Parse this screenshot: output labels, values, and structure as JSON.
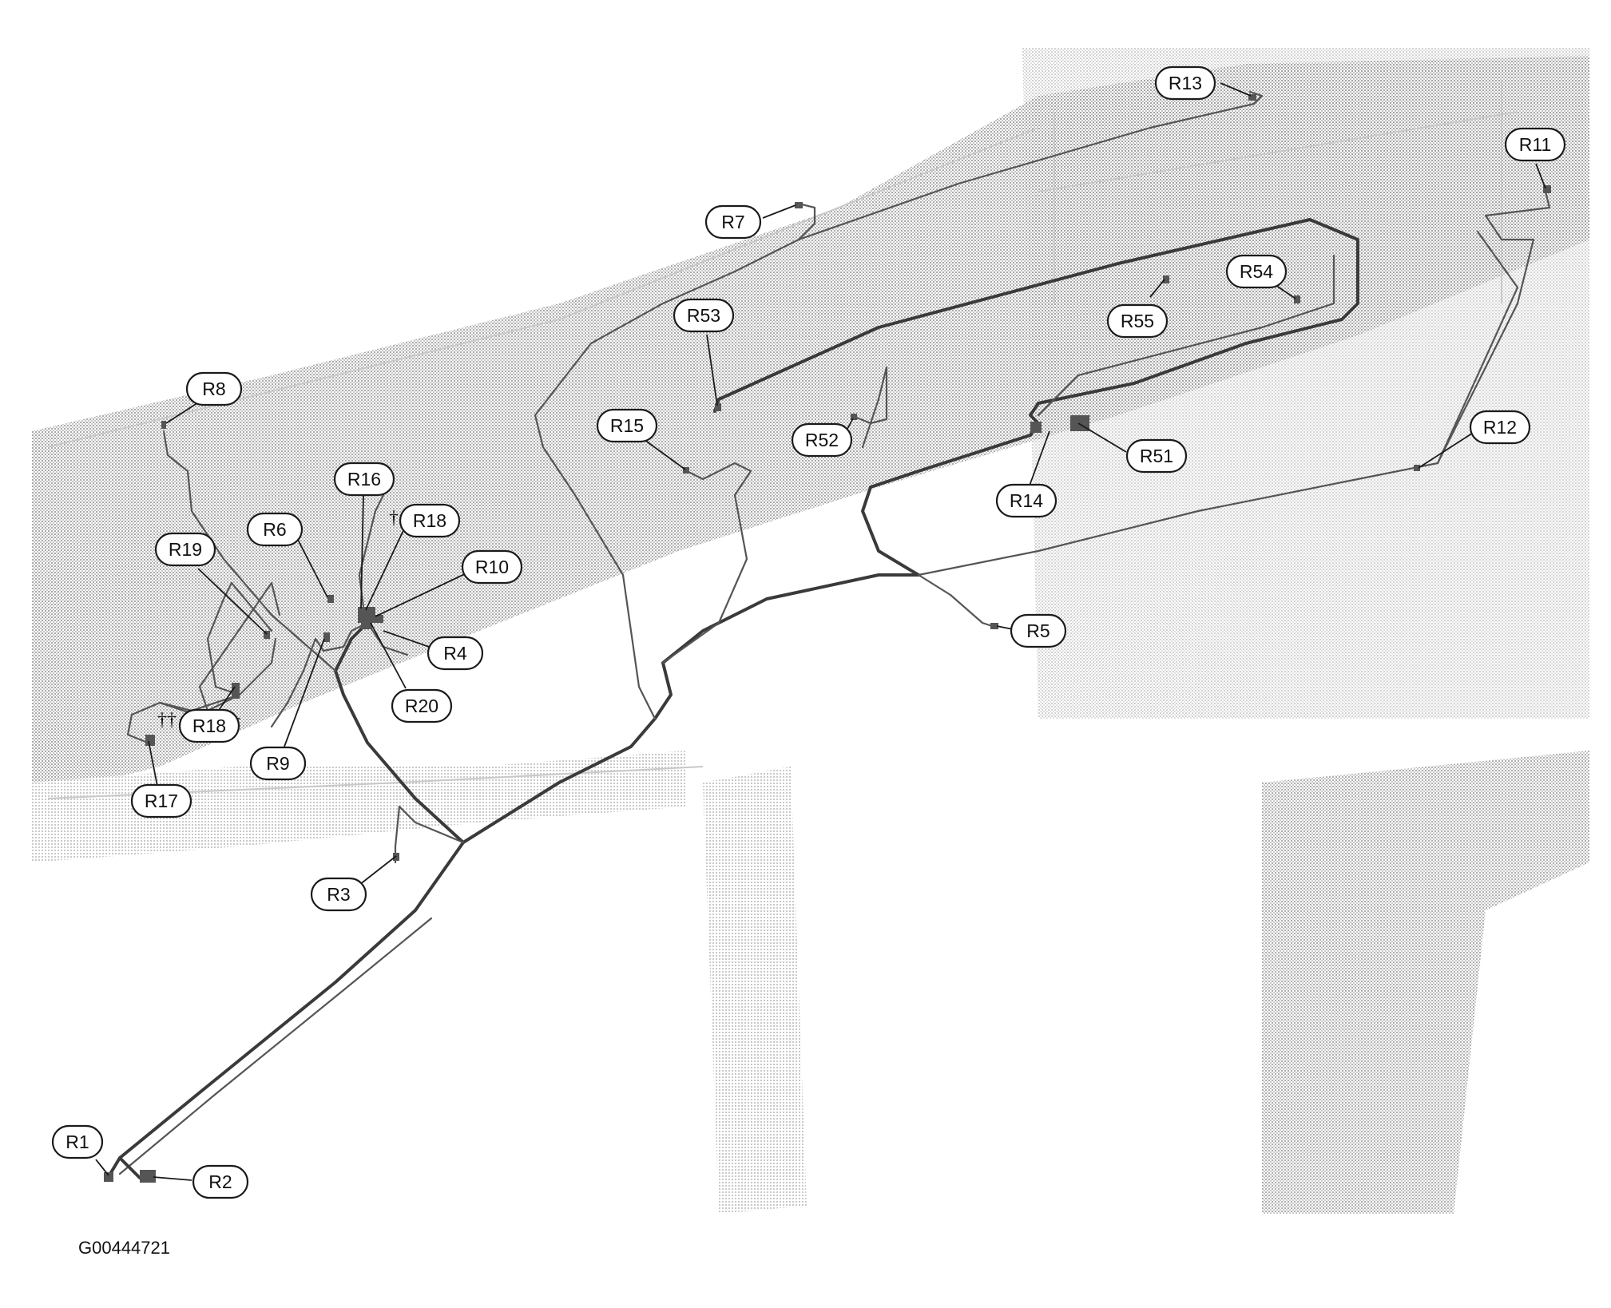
{
  "figure_code": "G00444721",
  "labels": [
    {
      "id": "R1",
      "text": "R1"
    },
    {
      "id": "R2",
      "text": "R2"
    },
    {
      "id": "R3",
      "text": "R3"
    },
    {
      "id": "R4",
      "text": "R4"
    },
    {
      "id": "R5",
      "text": "R5"
    },
    {
      "id": "R6",
      "text": "R6"
    },
    {
      "id": "R7",
      "text": "R7"
    },
    {
      "id": "R8",
      "text": "R8"
    },
    {
      "id": "R9",
      "text": "R9"
    },
    {
      "id": "R10",
      "text": "R10"
    },
    {
      "id": "R11",
      "text": "R11"
    },
    {
      "id": "R12",
      "text": "R12"
    },
    {
      "id": "R13",
      "text": "R13"
    },
    {
      "id": "R14",
      "text": "R14"
    },
    {
      "id": "R15",
      "text": "R15"
    },
    {
      "id": "R16",
      "text": "R16"
    },
    {
      "id": "R17",
      "text": "R17"
    },
    {
      "id": "R18a",
      "text": "R18"
    },
    {
      "id": "R18b",
      "text": "R18"
    },
    {
      "id": "R19",
      "text": "R19"
    },
    {
      "id": "R20",
      "text": "R20"
    },
    {
      "id": "R51",
      "text": "R51"
    },
    {
      "id": "R52",
      "text": "R52"
    },
    {
      "id": "R53",
      "text": "R53"
    },
    {
      "id": "R54",
      "text": "R54"
    },
    {
      "id": "R55",
      "text": "R55"
    }
  ],
  "markers": {
    "single_dagger": "†",
    "double_dagger": "††"
  }
}
